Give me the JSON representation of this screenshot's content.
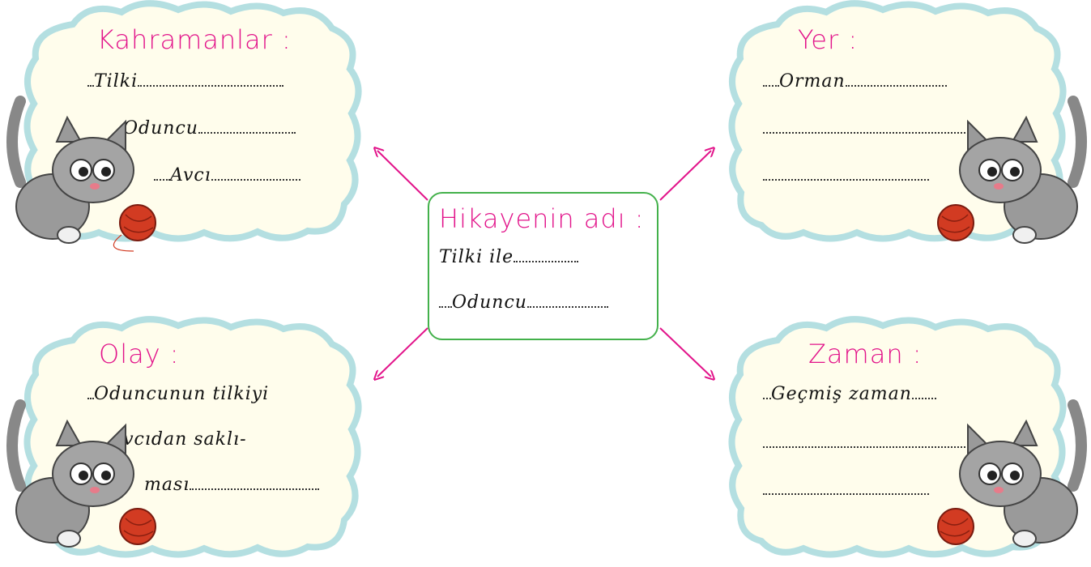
{
  "center": {
    "title": "Hikayenin adı :",
    "line1_answer": "Tilki ile",
    "line2_answer": "Oduncu"
  },
  "characters": {
    "title": "Kahramanlar :",
    "answers": [
      "Tilki",
      "Oduncu",
      "Avcı"
    ]
  },
  "place": {
    "title": "Yer :",
    "answers": [
      "Orman",
      "",
      ""
    ]
  },
  "event": {
    "title": "Olay :",
    "answers": [
      "Oduncunun tilkiyi",
      "avcıdan saklı-",
      "ması"
    ]
  },
  "time": {
    "title": "Zaman :",
    "answers": [
      "Geçmiş zaman",
      "",
      ""
    ]
  },
  "colors": {
    "title_pink": "#e2138a",
    "cloud_fill": "#fffdec",
    "cloud_border": "#b4dfe1",
    "center_border": "#43b14b",
    "arrow": "#e2138a"
  },
  "icons": [
    "cat-with-yarn-icon",
    "arrow-icon"
  ]
}
